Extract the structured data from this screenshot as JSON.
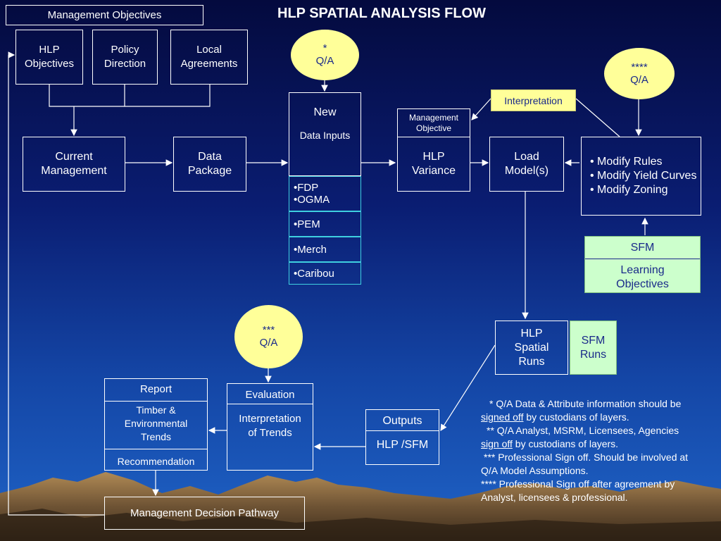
{
  "title": "HLP SPATIAL ANALYSIS FLOW",
  "management_objectives": "Management Objectives",
  "hlp_objectives": [
    "HLP",
    "Objectives"
  ],
  "policy_direction": [
    "Policy",
    "Direction"
  ],
  "local_agreements": [
    "Local",
    "Agreements"
  ],
  "current_management": [
    "Current",
    "Management"
  ],
  "data_package": [
    "Data",
    "Package"
  ],
  "qa1": {
    "mark": "*",
    "label": "Q/A"
  },
  "qa2": {
    "mark": "****",
    "label": "Q/A"
  },
  "qa3": {
    "mark": "***",
    "label": "Q/A"
  },
  "new_inputs": {
    "title": "New",
    "subtitle": "Data Inputs"
  },
  "input_items": [
    "•FDP",
    "•OGMA",
    "•PEM",
    "•Merch",
    "•Caribou"
  ],
  "interpretation": "Interpretation",
  "management_objective_small": [
    "Management",
    "Objective"
  ],
  "hlp_variance": [
    "HLP",
    "Variance"
  ],
  "load_models": [
    "Load",
    "Model(s)"
  ],
  "modify_list": [
    "Modify Rules",
    "Modify Yield Curves",
    "Modify Zoning"
  ],
  "sfm_learning": {
    "title": "SFM",
    "body": [
      "Learning",
      "Objectives"
    ]
  },
  "hlp_spatial_runs": [
    "HLP",
    "Spatial",
    "Runs"
  ],
  "sfm_runs": [
    "SFM",
    "Runs"
  ],
  "outputs": {
    "title": "Outputs",
    "body": "HLP /SFM"
  },
  "evaluation": {
    "title": "Evaluation",
    "body": [
      "Interpretation",
      "of Trends"
    ]
  },
  "report": {
    "title": "Report",
    "body": [
      "Timber &",
      "Environmental",
      "Trends"
    ],
    "footer": "Recommendation"
  },
  "management_decision": "Management Decision Pathway",
  "notes": {
    "n1_a": "*   Q/A Data & Attribute information should be ",
    "n1_u": "signed off",
    "n1_b": " by custodians of layers.",
    "n2_a": "**  Q/A Analyst, MSRM, Licensees, Agencies ",
    "n2_u": "sign off",
    "n2_b": " by custodians of layers.",
    "n3": "***  Professional Sign off.  Should be involved at Q/A Model Assumptions.",
    "n4": "****  Professional Sign off after agreement by Analyst, licensees & professional."
  },
  "colors": {
    "background_top": "#040a3e",
    "background_bottom": "#1f63c6",
    "oval": "#ffff99",
    "green_box": "#ccffcc",
    "input_border": "#3fd0e0"
  }
}
